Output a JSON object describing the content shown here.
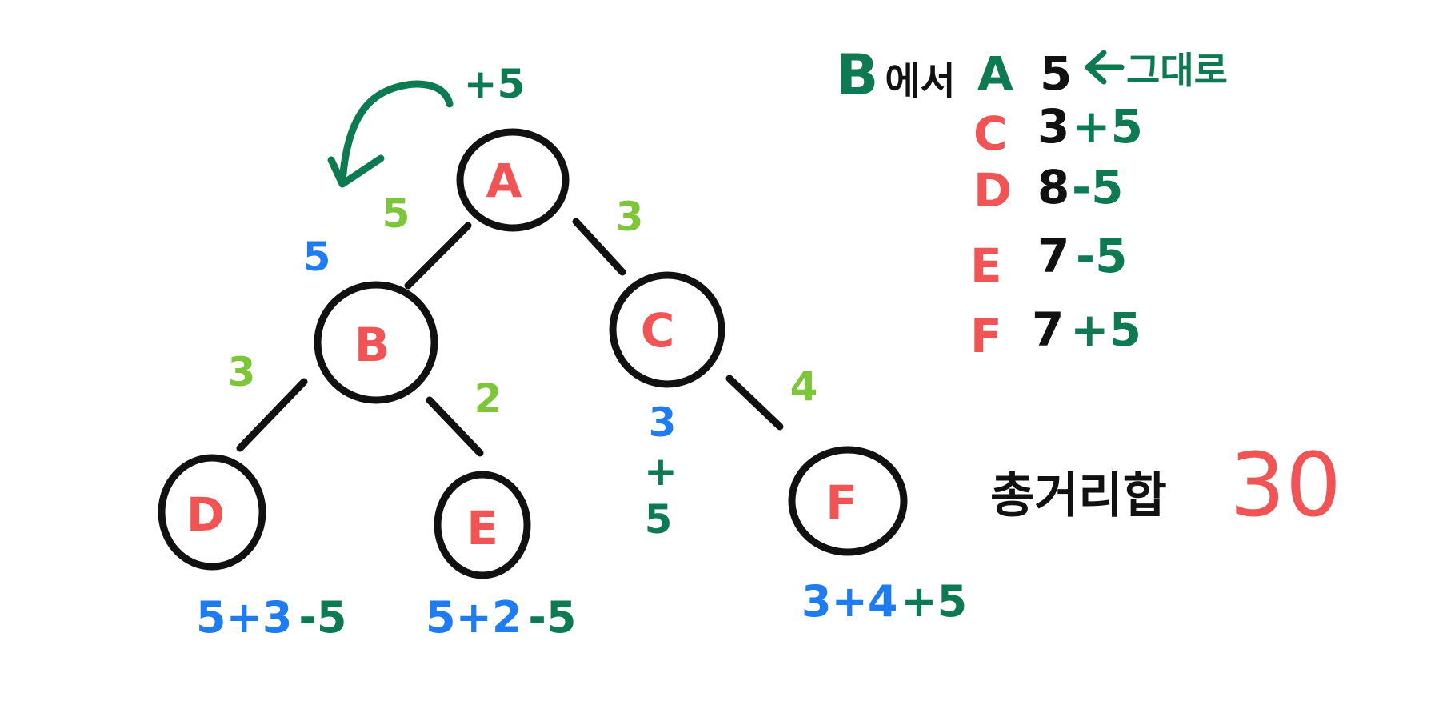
{
  "colors": {
    "ink": "#111111",
    "node_label": "#f05454",
    "edge_weight": "#7dc63a",
    "depth_sum": "#1e7cf0",
    "adjust": "#0d7a52",
    "background": "#ffffff"
  },
  "tree": {
    "nodes": [
      {
        "id": "A",
        "label": "A"
      },
      {
        "id": "B",
        "label": "B"
      },
      {
        "id": "C",
        "label": "C"
      },
      {
        "id": "D",
        "label": "D"
      },
      {
        "id": "E",
        "label": "E"
      },
      {
        "id": "F",
        "label": "F"
      }
    ],
    "edges": [
      {
        "from": "A",
        "to": "B",
        "weight": "5"
      },
      {
        "from": "A",
        "to": "C",
        "weight": "3"
      },
      {
        "from": "B",
        "to": "D",
        "weight": "3"
      },
      {
        "from": "B",
        "to": "E",
        "weight": "2"
      },
      {
        "from": "C",
        "to": "F",
        "weight": "4"
      }
    ],
    "root_adjust": "+5",
    "root_arrow_icon": "curved-arrow-icon",
    "b_distance": "5",
    "c_distance": {
      "base": "3",
      "plus": "+",
      "value": "5"
    },
    "d_distance": {
      "base": "5+3",
      "adjust": "-5"
    },
    "e_distance": {
      "base": "5+2",
      "adjust": "-5"
    },
    "f_distance": {
      "base": "3+4",
      "adjust": "+5"
    }
  },
  "table": {
    "heading": {
      "from": "B",
      "suffix": "에서"
    },
    "left_arrow_icon": "left-arrow-icon",
    "rows": [
      {
        "node": "A",
        "base": "5",
        "adjust": "",
        "note": "그대로"
      },
      {
        "node": "C",
        "base": "3",
        "adjust": "+5",
        "note": ""
      },
      {
        "node": "D",
        "base": "8",
        "adjust": "-5",
        "note": ""
      },
      {
        "node": "E",
        "base": "7",
        "adjust": "-5",
        "note": ""
      },
      {
        "node": "F",
        "base": "7",
        "adjust": "+5",
        "note": ""
      }
    ]
  },
  "total": {
    "label": "총거리합",
    "value": "30"
  }
}
